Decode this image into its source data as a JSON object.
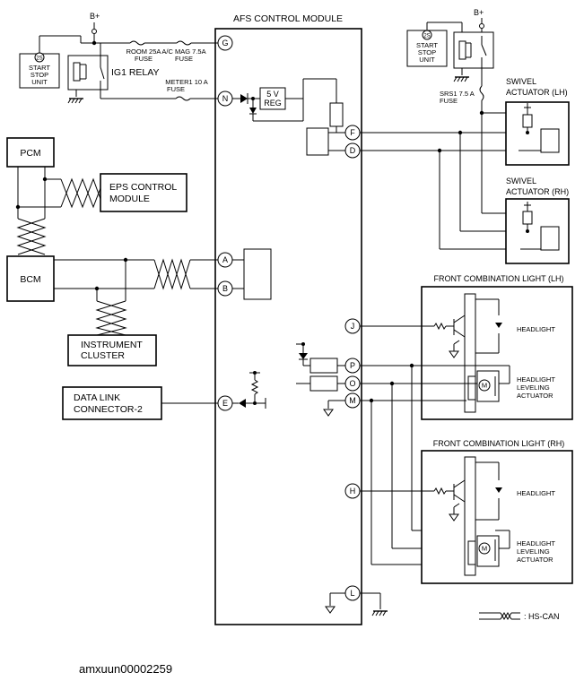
{
  "module": {
    "title": "AFS CONTROL MODULE"
  },
  "pins": {
    "G": "G",
    "N": "N",
    "F": "F",
    "D": "D",
    "A": "A",
    "B": "B",
    "J": "J",
    "P": "P",
    "O": "O",
    "M": "M",
    "E": "E",
    "H": "H",
    "L": "L"
  },
  "supply": {
    "bplus_left": "B+",
    "bplus_right": "B+"
  },
  "start_stop_left": {
    "badge": "2S",
    "line1": "START",
    "line2": "STOP",
    "line3": "UNIT"
  },
  "start_stop_right": {
    "badge": "2S",
    "line1": "START",
    "line2": "STOP",
    "line3": "UNIT"
  },
  "ig1_relay": "IG1 RELAY",
  "fuses": {
    "room": {
      "line1": "ROOM 25A",
      "line2": "FUSE"
    },
    "acmag": {
      "line1": "A/C MAG 7.5A",
      "line2": "FUSE"
    },
    "meter": {
      "line1": "METER1 10 A",
      "line2": "FUSE"
    },
    "srs": {
      "line1": "SRS1 7.5 A",
      "line2": "FUSE"
    }
  },
  "reg": {
    "line1": "5 V",
    "line2": "REG"
  },
  "pcm": "PCM",
  "eps": {
    "line1": "EPS CONTROL",
    "line2": "MODULE"
  },
  "bcm": "BCM",
  "cluster": {
    "line1": "INSTRUMENT",
    "line2": "CLUSTER"
  },
  "dlc": {
    "line1": "DATA LINK",
    "line2": "CONNECTOR-2"
  },
  "swivel_lh": {
    "line1": "SWIVEL",
    "line2": "ACTUATOR (LH)"
  },
  "swivel_rh": {
    "line1": "SWIVEL",
    "line2": "ACTUATOR (RH)"
  },
  "fcl_lh": {
    "title": "FRONT COMBINATION LIGHT (LH)",
    "headlight": "HEADLIGHT",
    "lev1": "HEADLIGHT",
    "lev2": "LEVELING",
    "lev3": "ACTUATOR",
    "motor": "M"
  },
  "fcl_rh": {
    "title": "FRONT COMBINATION LIGHT (RH)",
    "headlight": "HEADLIGHT",
    "lev1": "HEADLIGHT",
    "lev2": "LEVELING",
    "lev3": "ACTUATOR",
    "motor": "M"
  },
  "legend": {
    "label": ": HS-CAN"
  },
  "caption": "amxuun00002259"
}
